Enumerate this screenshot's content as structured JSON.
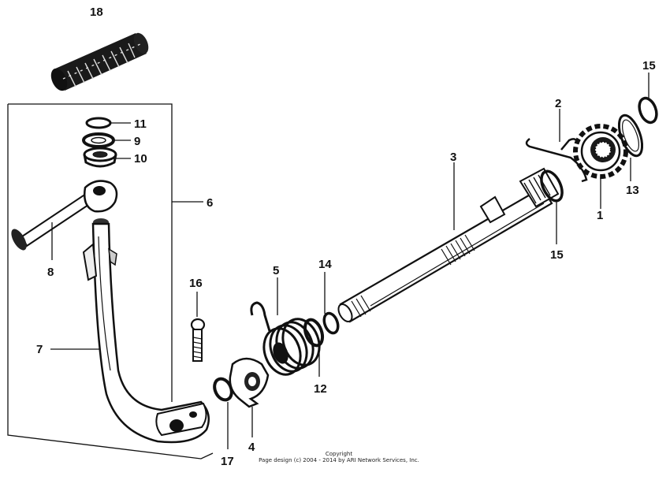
{
  "callouts": {
    "c1": "1",
    "c2": "2",
    "c3": "3",
    "c4": "4",
    "c5": "5",
    "c6": "6",
    "c7": "7",
    "c8": "8",
    "c9": "9",
    "c10": "10",
    "c11": "11",
    "c12": "12",
    "c13": "13",
    "c14": "14",
    "c15a": "15",
    "c15b": "15",
    "c16": "16",
    "c17": "17",
    "c18": "18"
  },
  "copyright": {
    "line1": "Copyright",
    "line2": "Page design (c) 2004 - 2014 by ARI Network Services, Inc."
  }
}
